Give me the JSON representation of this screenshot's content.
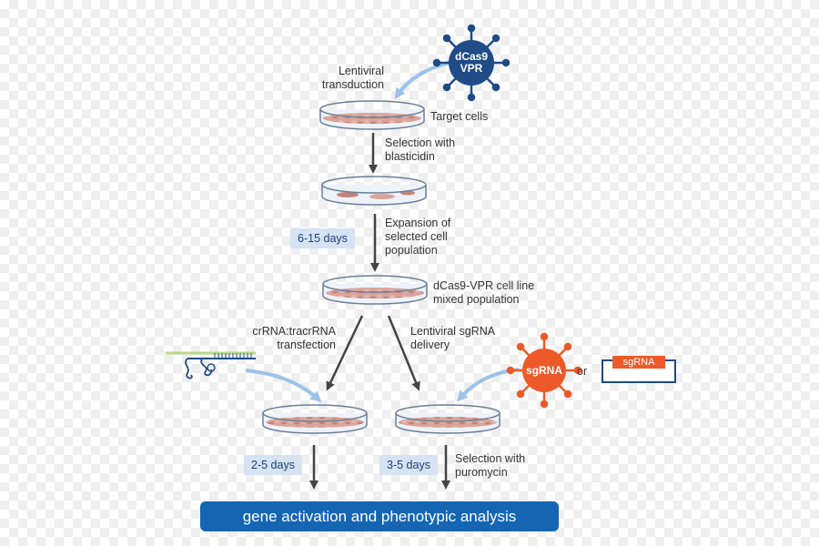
{
  "virus_top": {
    "label_line1": "dCas9",
    "label_line2": "VPR",
    "color": "#1f4b86"
  },
  "virus_side": {
    "label": "sgRNA",
    "color": "#ec5a2a"
  },
  "labels": {
    "lentiviral_line1": "Lentiviral",
    "lentiviral_line2": "transduction",
    "target_cells": "Target cells",
    "selection_blasticidin_line1": "Selection with",
    "selection_blasticidin_line2": "blasticidin",
    "expansion_line1": "Expansion of",
    "expansion_line2": "selected cell",
    "expansion_line3": "population",
    "cell_line_line1": "dCas9-VPR cell line",
    "cell_line_line2": "mixed population",
    "crrna_line1": "crRNA:tracrRNA",
    "crrna_line2": "transfection",
    "sgrna_delivery_line1": "Lentiviral sgRNA",
    "sgrna_delivery_line2": "delivery",
    "or": "or",
    "sgrna_box": "sgRNA",
    "puromycin_line1": "Selection with",
    "puromycin_line2": "puromycin"
  },
  "days": {
    "expansion": "6-15 days",
    "left": "2-5 days",
    "right": "3-5 days"
  },
  "final_banner": "gene activation and phenotypic analysis",
  "colors": {
    "arrow": "#444444",
    "curved_arrow": "#9cc3e8",
    "banner": "#1565b3",
    "dish_rim": "#6b7f99",
    "cells": "#d9a59b"
  }
}
